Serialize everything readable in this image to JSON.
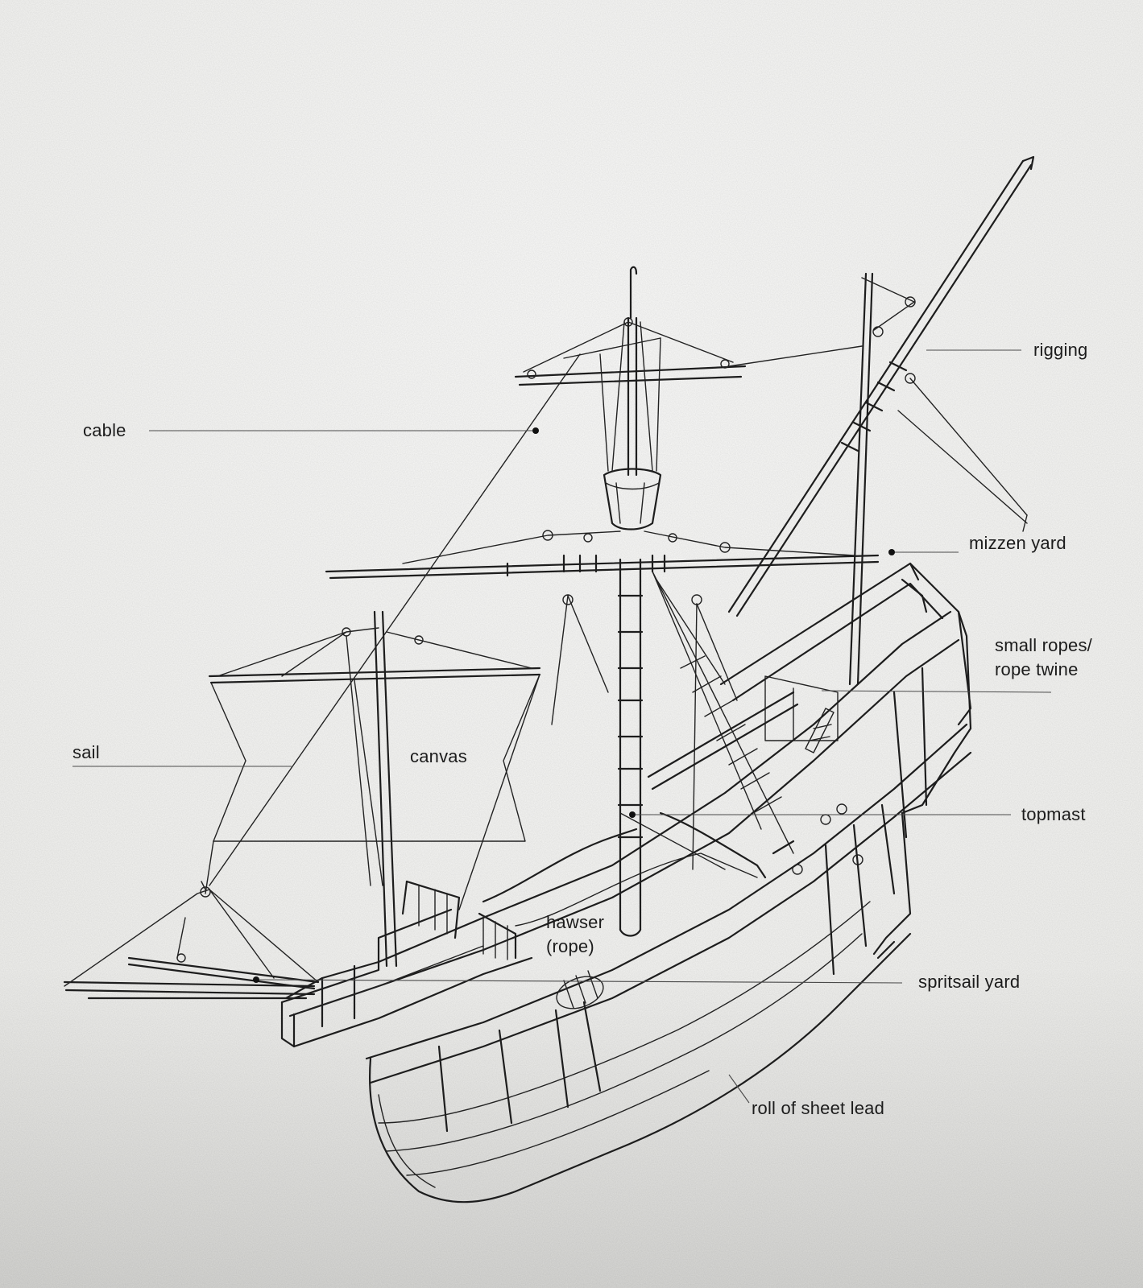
{
  "labels": {
    "rigging": "rigging",
    "cable": "cable",
    "mizzen_yard": "mizzen yard",
    "small_ropes": "small ropes/\nrope twine",
    "sail": "sail",
    "canvas": "canvas",
    "topmast": "topmast",
    "hawser": "hawser\n(rope)",
    "spritsail_yard": "spritsail yard",
    "roll_of_sheet_lead": "roll of sheet lead"
  },
  "colors": {
    "ink": "#1d1d1d",
    "paper": "#f6f6f4",
    "leader": "#4a4a4a"
  }
}
